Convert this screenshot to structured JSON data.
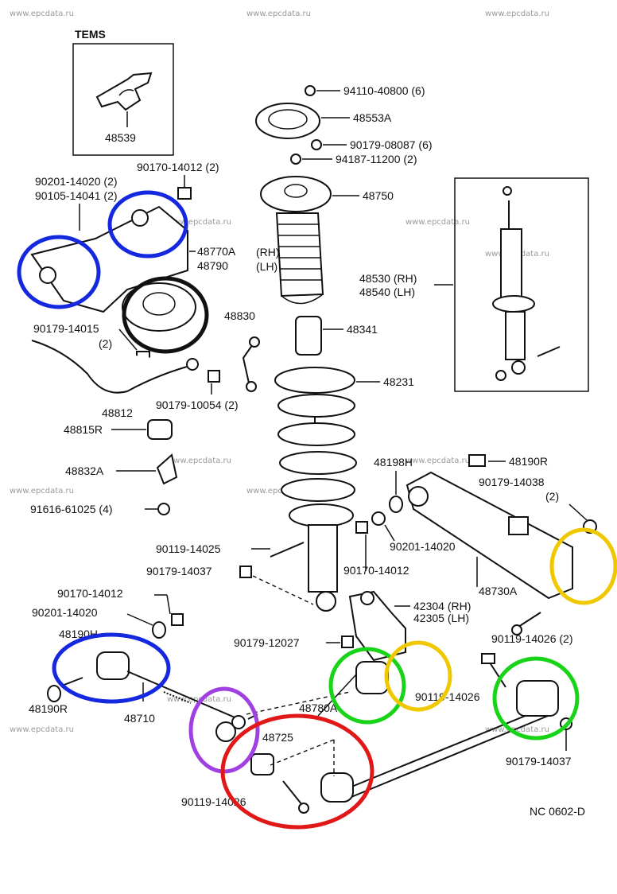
{
  "watermark": "www.epcdata.ru",
  "inset_title": "TEMS",
  "diagram_code": "NC 0602-D",
  "highlight_colors": {
    "blue": "#1428e0",
    "black": "#111111",
    "purple": "#a040e0",
    "red": "#e01818",
    "green": "#18d418",
    "yellow": "#f0c800"
  },
  "parts": {
    "p48539": "48539",
    "p94110": "94110-40800 (6)",
    "p48553A": "48553A",
    "p90179_08087": "90179-08087 (6)",
    "p94187": "94187-11200 (2)",
    "p48750": "48750",
    "p90201_14020_2": "90201-14020 (2)",
    "p90170_14012_2": "90170-14012 (2)",
    "p90105": "90105-14041 (2)",
    "p48770A": "48770A",
    "p48790": "48790",
    "rh": "(RH)",
    "lh": "(LH)",
    "p48530": "48530 (RH)",
    "p48540": "48540 (LH)",
    "p90179_14015": "90179-14015",
    "p90179_14015_qty": "(2)",
    "p48830": "48830",
    "p48341": "48341",
    "p48231": "48231",
    "p48812": "48812",
    "p90179_10054": "90179-10054 (2)",
    "p48815R": "48815R",
    "p48190R_top": "48190R",
    "p48198": "48198H",
    "p48832A": "48832A",
    "p90179_14038": "90179-14038",
    "p90179_14038_qty": "(2)",
    "p91616": "91616-61025 (4)",
    "p90201_14020_b": "90201-14020",
    "p90119_14025": "90119-14025",
    "p90179_14037_a": "90179-14037",
    "p90170_14012_b": "90170-14012",
    "p48730A": "48730A",
    "p90170_14012_c": "90170-14012",
    "p42304": "42304 (RH)",
    "p42305": "42305 (LH)",
    "p90201_14020_c": "90201-14020",
    "p48190H": "48190H",
    "p90119_14026_2": "90119-14026 (2)",
    "p90179_12027": "90179-12027",
    "p90119_14026_mid": "90119-14026",
    "p48190R_bot": "48190R",
    "p48710": "48710",
    "p48780A": "48780A",
    "p48725": "48725",
    "p90179_14037_b": "90179-14037",
    "p90119_14026_bot": "90119-14026"
  }
}
